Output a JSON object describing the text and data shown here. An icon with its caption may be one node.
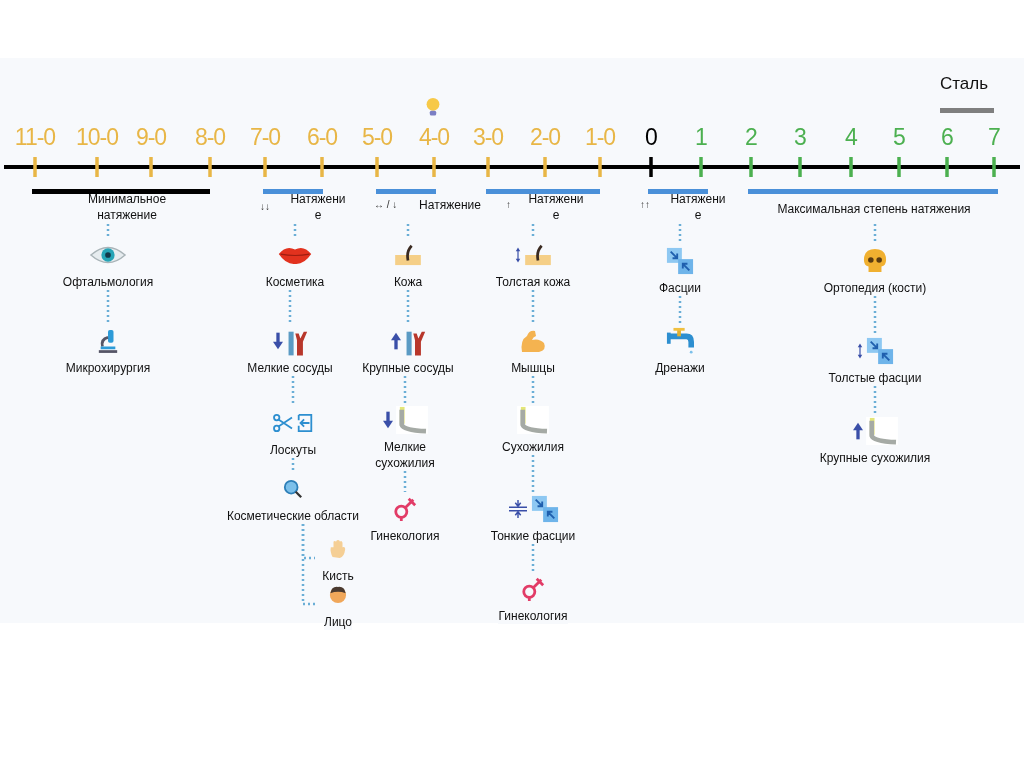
{
  "diagram": {
    "nodes": [
      {
        "text": [
          "Минимальное натяжение"
        ]
      },
      {
        "text": [
          "Натяжение"
        ],
        "beside": [
          "↓↓"
        ]
      },
      {
        "text": [
          "Натяжение"
        ],
        "beside": [
          "↔ / ↓"
        ]
      },
      {
        "text": [
          "Натяжение"
        ],
        "beside": [
          "↑"
        ]
      },
      {
        "text": [
          "Натяжение"
        ],
        "beside": [
          "↑↑"
        ]
      },
      {
        "text": [
          "Максимальная степень натяжения"
        ]
      },
      {
        "text": [
          "Офтальмология"
        ]
      },
      {
        "text": [
          "Микрохирургия"
        ]
      },
      {
        "text": [
          "Косметика"
        ]
      },
      {
        "text": [
          "Мелкие сосуды"
        ]
      },
      {
        "text": [
          "Лоскуты"
        ]
      },
      {
        "text": [
          "Косметические области"
        ]
      },
      {
        "text": [
          "Кисть"
        ]
      },
      {
        "text": [
          "Лицо"
        ]
      },
      {
        "text": [
          "Кожа"
        ]
      },
      {
        "text": [
          "Крупные сосуды"
        ]
      },
      {
        "text": [
          "Мелкие сухожилия"
        ]
      },
      {
        "text": [
          "Гинекология"
        ]
      },
      {
        "text": [
          "Толстая кожа"
        ]
      },
      {
        "text": [
          "Мышцы"
        ]
      },
      {
        "text": [
          "Сухожилия"
        ]
      },
      {
        "text": [
          "Тонкие фасции"
        ]
      },
      {
        "text": [
          "Гинекология"
        ]
      },
      {
        "text": [
          "Фасции"
        ]
      },
      {
        "text": [
          "Дренажи"
        ]
      },
      {
        "text": [
          "Ортопедия (кости)"
        ]
      },
      {
        "text": [
          "Толстые фасции"
        ]
      },
      {
        "text": [
          "Крупные сухожилия"
        ]
      }
    ],
    "edges": [
      {
        "from": 0,
        "to": 6,
        "arrow": "none"
      },
      {
        "from": 6,
        "to": 7,
        "arrow": "none"
      },
      {
        "from": 1,
        "to": 8,
        "arrow": "none"
      },
      {
        "from": 8,
        "to": 9,
        "arrow": "none"
      },
      {
        "from": 9,
        "to": 10,
        "arrow": "none"
      },
      {
        "from": 10,
        "to": 11,
        "arrow": "none"
      },
      {
        "from": 11,
        "to": 12,
        "arrow": "none"
      },
      {
        "from": 11,
        "to": 13,
        "arrow": "none"
      },
      {
        "from": 2,
        "to": 14,
        "arrow": "none"
      },
      {
        "from": 14,
        "to": 15,
        "arrow": "none"
      },
      {
        "from": 15,
        "to": 16,
        "arrow": "none"
      },
      {
        "from": 16,
        "to": 17,
        "arrow": "none"
      },
      {
        "from": 3,
        "to": 18,
        "arrow": "none"
      },
      {
        "from": 18,
        "to": 19,
        "arrow": "none"
      },
      {
        "from": 19,
        "to": 20,
        "arrow": "none"
      },
      {
        "from": 20,
        "to": 21,
        "arrow": "none"
      },
      {
        "from": 21,
        "to": 22,
        "arrow": "none"
      },
      {
        "from": 4,
        "to": 23,
        "arrow": "none"
      },
      {
        "from": 23,
        "to": 24,
        "arrow": "none"
      },
      {
        "from": 5,
        "to": 25,
        "arrow": "none"
      },
      {
        "from": 25,
        "to": 26,
        "arrow": "none"
      },
      {
        "from": 26,
        "to": 27,
        "arrow": "none"
      }
    ],
    "labels": [
      "Сталь",
      "11-0",
      "10-0",
      "9-0",
      "8-0",
      "7-0",
      "6-0",
      "5-0",
      "4-0",
      "3-0",
      "2-0",
      "1-0",
      "0",
      "1",
      "2",
      "3",
      "4",
      "5",
      "6",
      "7"
    ]
  }
}
